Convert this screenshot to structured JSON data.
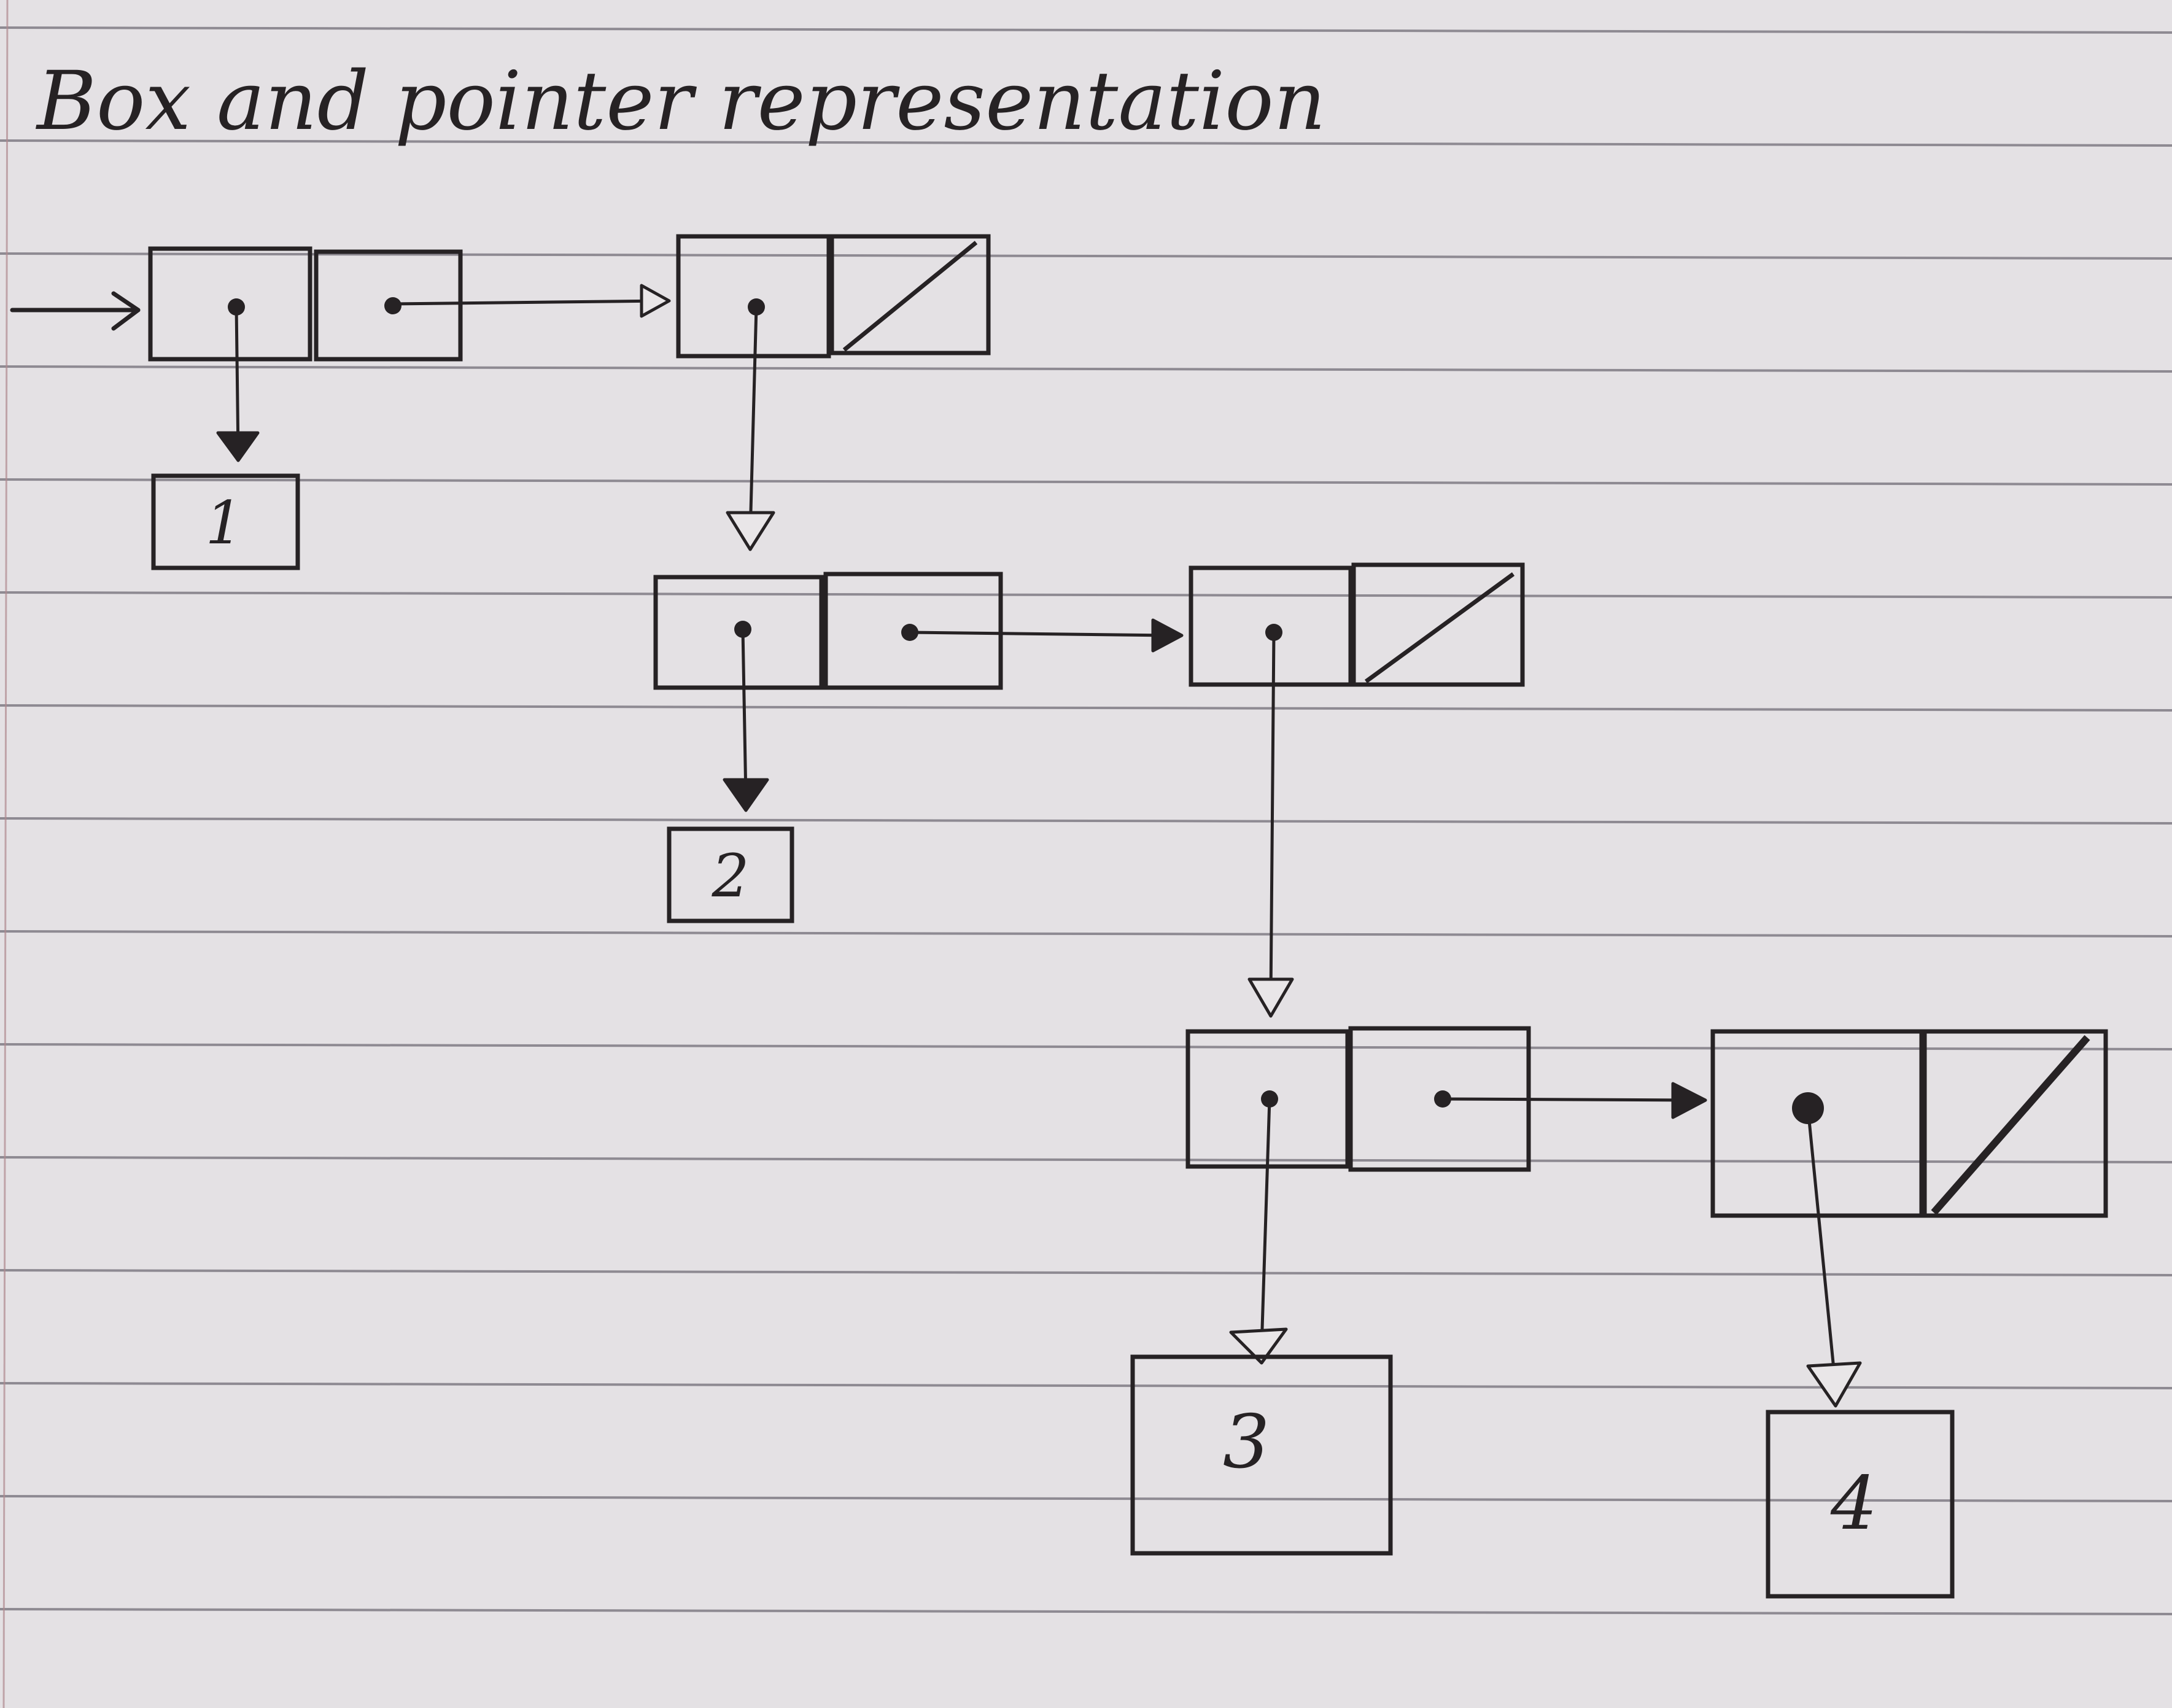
{
  "title": "Box and pointer representation",
  "values": {
    "one": "1",
    "two": "2",
    "three": "3",
    "four": "4"
  },
  "colors": {
    "paper": "#e9e6e8",
    "rule_line": "#8e8a92",
    "ink": "#262224"
  }
}
